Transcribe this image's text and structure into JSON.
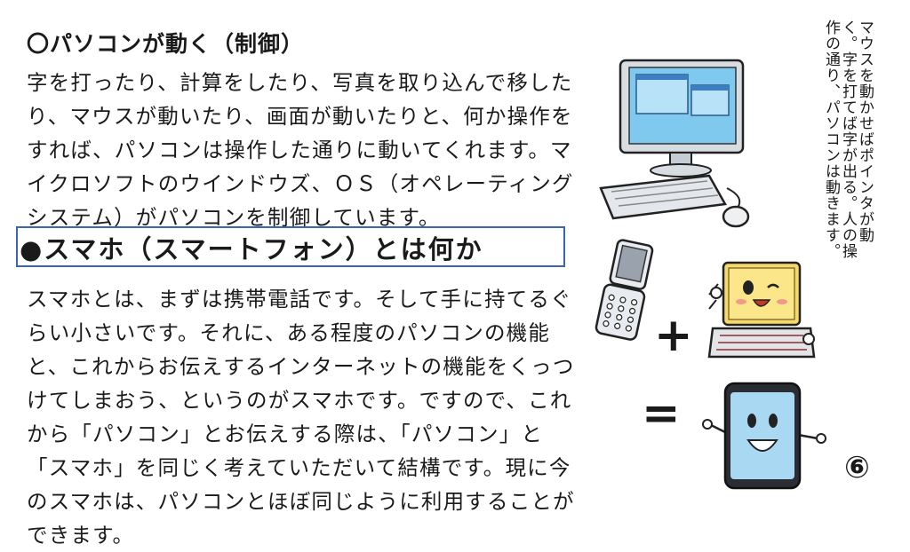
{
  "section1": {
    "heading": "〇パソコンが動く（制御）",
    "paragraph": "字を打ったり、計算をしたり、写真を取り込んで移したり、マウスが動いたり、画面が動いたりと、何か操作をすれば、パソコンは操作した通りに動いてくれます。マイクロソフトのウインドウズ、ＯＳ（オペレーティングシステム）がパソコンを制御しています。"
  },
  "section2": {
    "heading": "●スマホ（スマートフォン）とは何か",
    "paragraph": "スマホとは、まずは携帯電話です。そして手に持てるぐらい小さいです。それに、ある程度のパソコンの機能と、これからお伝えするインターネットの機能をくっつけてしまおう、というのがスマホです。ですので、これから「パソコン」とお伝えする際は、「パソコン」と「スマホ」を同じく考えていただいて結構です。現に今のスマホは、パソコンとほぼ同じように利用することができます。"
  },
  "side_note": "マウスを動かせばポインタが動く。字を打てば字が出る。人の操作の通り、パソコンは動きます。",
  "equation": {
    "plus": "+",
    "equals": "="
  },
  "page_number": "⑥",
  "icons": [
    "desktop-computer-icon",
    "flip-phone-icon",
    "laptop-character-icon",
    "smartphone-character-icon"
  ]
}
